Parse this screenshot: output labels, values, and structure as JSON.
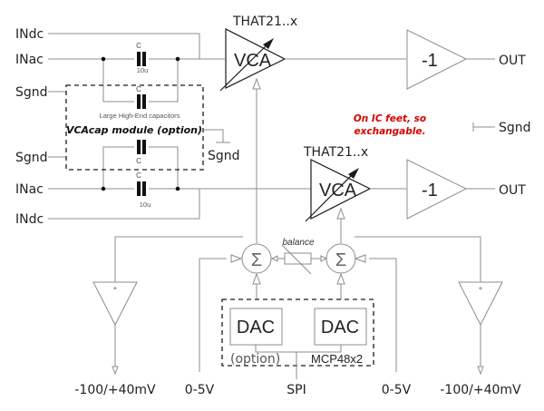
{
  "diagram": {
    "left_inputs": [
      {
        "label": "INdc"
      },
      {
        "label": "INac"
      },
      {
        "label": "Sgnd"
      },
      {
        "label": "Sgnd"
      },
      {
        "label": "INac"
      },
      {
        "label": "INdc"
      }
    ],
    "capacitors": {
      "top_main": {
        "name": "C",
        "value": "10u"
      },
      "top_parallel": {
        "name": "C"
      },
      "bottom_parallel": {
        "name": "C"
      },
      "bottom_main": {
        "name": "C",
        "value": "10u"
      }
    },
    "vcacap_module": {
      "caption": "Large High-End capacitors",
      "title": "VCAcap module (option)",
      "ground_label": "Sgnd"
    },
    "vca_top": {
      "part": "THAT21..x",
      "label": "VCA"
    },
    "vca_bottom": {
      "part": "THAT21..x",
      "label": "VCA"
    },
    "inverter_top": {
      "label": "-1",
      "output": "OUT"
    },
    "inverter_bottom": {
      "label": "-1",
      "output": "OUT"
    },
    "note": {
      "line1": "On IC feet, so",
      "line2": "exchangable.",
      "color": "#d40000"
    },
    "right_ground": {
      "label": "Sgnd"
    },
    "summers": {
      "left": "Σ",
      "right": "Σ"
    },
    "balance": {
      "label": "balance"
    },
    "dac_module": {
      "dac_left": "DAC",
      "dac_right": "DAC",
      "option_label": "(option)",
      "part": "MCP48x2"
    },
    "buffer_left": {
      "sign": "+",
      "output": "-100/+40mV"
    },
    "buffer_right": {
      "sign": "+",
      "output": "-100/+40mV"
    },
    "bottom_labels": {
      "cv_left": "0-5V",
      "spi": "SPI",
      "cv_right": "0-5V"
    }
  }
}
